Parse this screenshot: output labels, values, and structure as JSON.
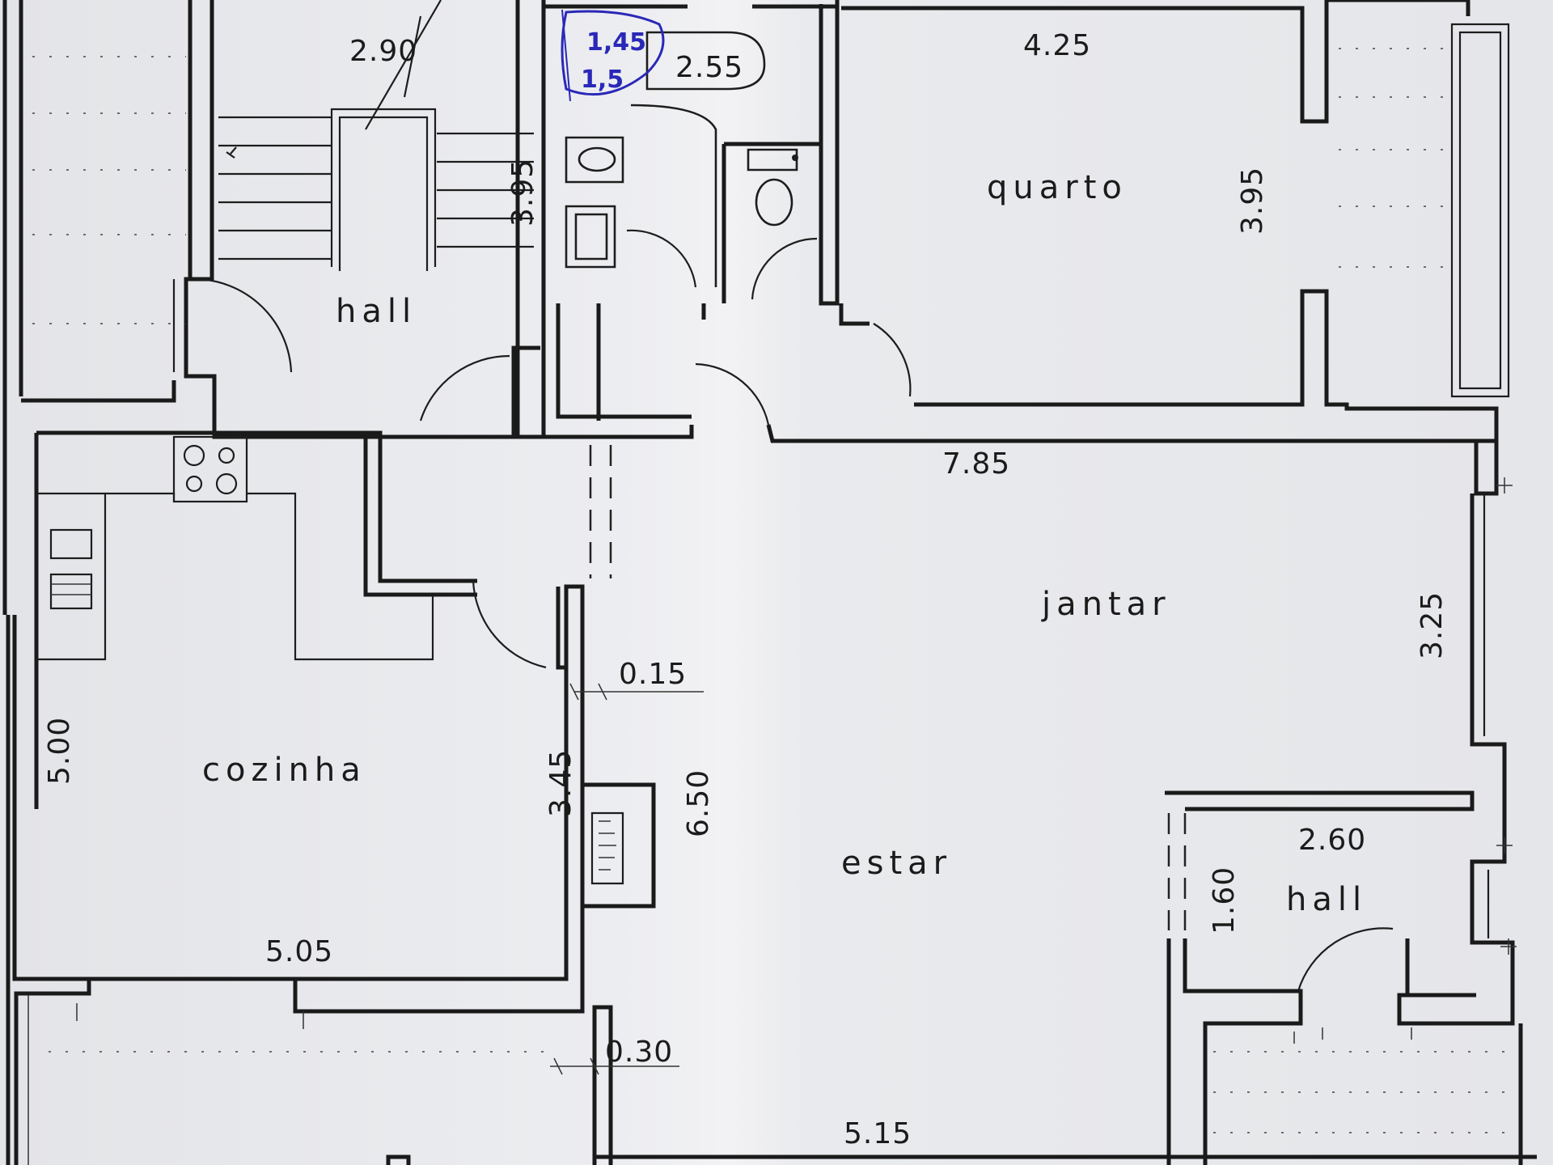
{
  "rooms": {
    "hall_top": "hall",
    "quarto": "quarto",
    "cozinha": "cozinha",
    "jantar": "jantar",
    "estar": "estar",
    "hall_bottom": "hall"
  },
  "dimensions": {
    "stair_width": "2.90",
    "stair_depth": "3.95",
    "bath_width": "2.55",
    "quarto_width": "4.25",
    "quarto_depth": "3.95",
    "jantar_width": "7.85",
    "jantar_depth": "3.25",
    "cozinha_depth_outer": "5.00",
    "cozinha_depth_inner": "3.45",
    "cozinha_width": "5.05",
    "wall_thickness_a": "0.15",
    "wall_thickness_b": "0.30",
    "estar_depth": "6.50",
    "estar_width": "5.15",
    "hall_bottom_width": "2.60",
    "hall_bottom_depth": "1.60"
  },
  "annotations": {
    "stamp_line_1": "1,45",
    "stamp_line_2": "1,5",
    "stamp_color": "#2a28b8"
  },
  "colors": {
    "paper": "#ecedf0",
    "ink": "#1a1a1a"
  }
}
